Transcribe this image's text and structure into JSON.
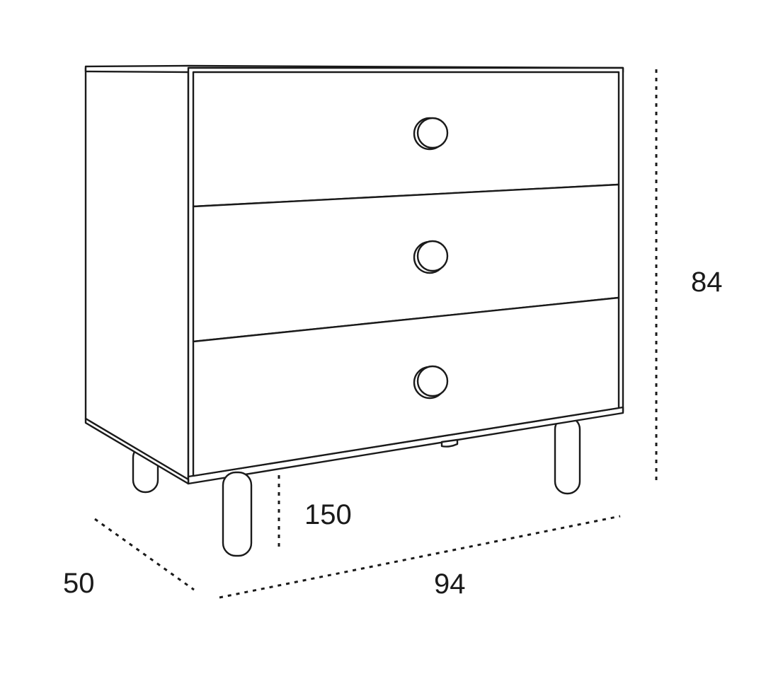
{
  "dimensions": {
    "height": "84",
    "width": "94",
    "depth": "50",
    "leg_height": "150"
  }
}
